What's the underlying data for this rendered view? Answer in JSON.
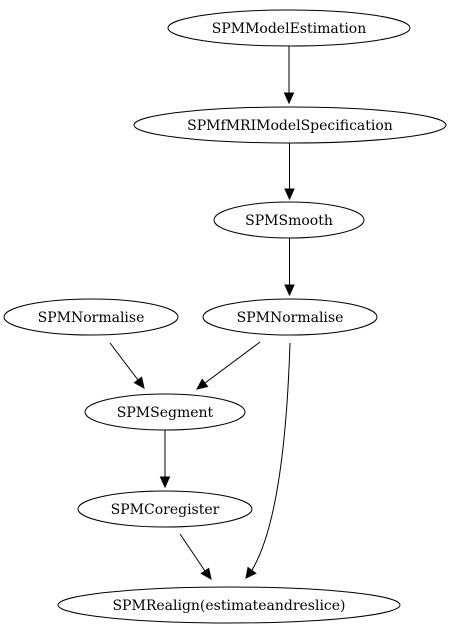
{
  "graph": {
    "nodes": [
      {
        "id": "model_estimation",
        "label": "SPMModelEstimation"
      },
      {
        "id": "fmri_spec",
        "label": "SPMfMRIModelSpecification"
      },
      {
        "id": "smooth",
        "label": "SPMSmooth"
      },
      {
        "id": "normalise_left",
        "label": "SPMNormalise"
      },
      {
        "id": "normalise_right",
        "label": "SPMNormalise"
      },
      {
        "id": "segment",
        "label": "SPMSegment"
      },
      {
        "id": "coregister",
        "label": "SPMCoregister"
      },
      {
        "id": "realign",
        "label": "SPMRealign(estimateandreslice)"
      }
    ],
    "edges": [
      {
        "from": "model_estimation",
        "to": "fmri_spec"
      },
      {
        "from": "fmri_spec",
        "to": "smooth"
      },
      {
        "from": "smooth",
        "to": "normalise_right"
      },
      {
        "from": "normalise_left",
        "to": "segment"
      },
      {
        "from": "normalise_right",
        "to": "segment"
      },
      {
        "from": "normalise_right",
        "to": "realign"
      },
      {
        "from": "segment",
        "to": "coregister"
      },
      {
        "from": "coregister",
        "to": "realign"
      }
    ]
  }
}
